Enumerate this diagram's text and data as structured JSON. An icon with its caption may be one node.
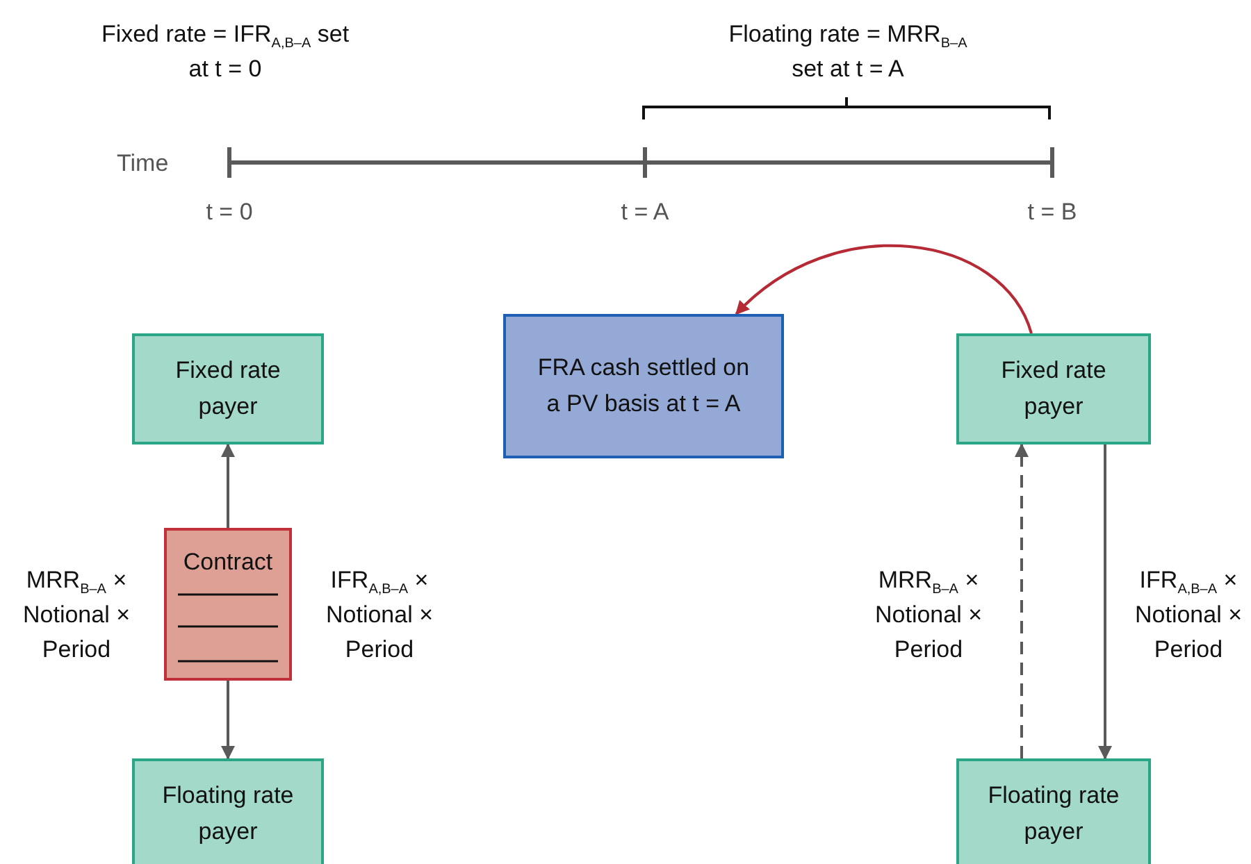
{
  "diagram": {
    "nodes": [
      {
        "text": [
          "Fixed rate payer"
        ]
      },
      {
        "text": [
          "Contract"
        ],
        "beside": [
          "MRR$_{B–A}$ × Notional × Period",
          "IFR$_{A,B–A}$ × Notional × Period"
        ]
      },
      {
        "text": [
          "Floating rate payer"
        ]
      },
      {
        "text": [
          "FRA cash settled on a PV basis at t = A"
        ]
      },
      {
        "text": [
          "Fixed rate payer"
        ]
      },
      {
        "text": [
          "Floating rate payer"
        ]
      }
    ],
    "edges": [
      {
        "from": 1,
        "to": 0,
        "arrow": "to"
      },
      {
        "from": 1,
        "to": 2,
        "arrow": "to"
      },
      {
        "from": 5,
        "to": 4,
        "arrow": "to",
        "style": "dashed",
        "label": "MRR$_{B–A}$ × Notional × Period"
      },
      {
        "from": 4,
        "to": 5,
        "arrow": "to",
        "label": "IFR$_{A,B–A}$ × Notional × Period"
      },
      {
        "from": 4,
        "to": 3,
        "arrow": "to",
        "color": "#b52a35"
      }
    ],
    "labels": [
      "Fixed rate = IFR$_{A,B–A}$ set at t = 0",
      "Floating rate = MRR$_{B–A}$ set at t = A",
      "Time",
      "t = 0",
      "t = A",
      "t = B"
    ]
  }
}
